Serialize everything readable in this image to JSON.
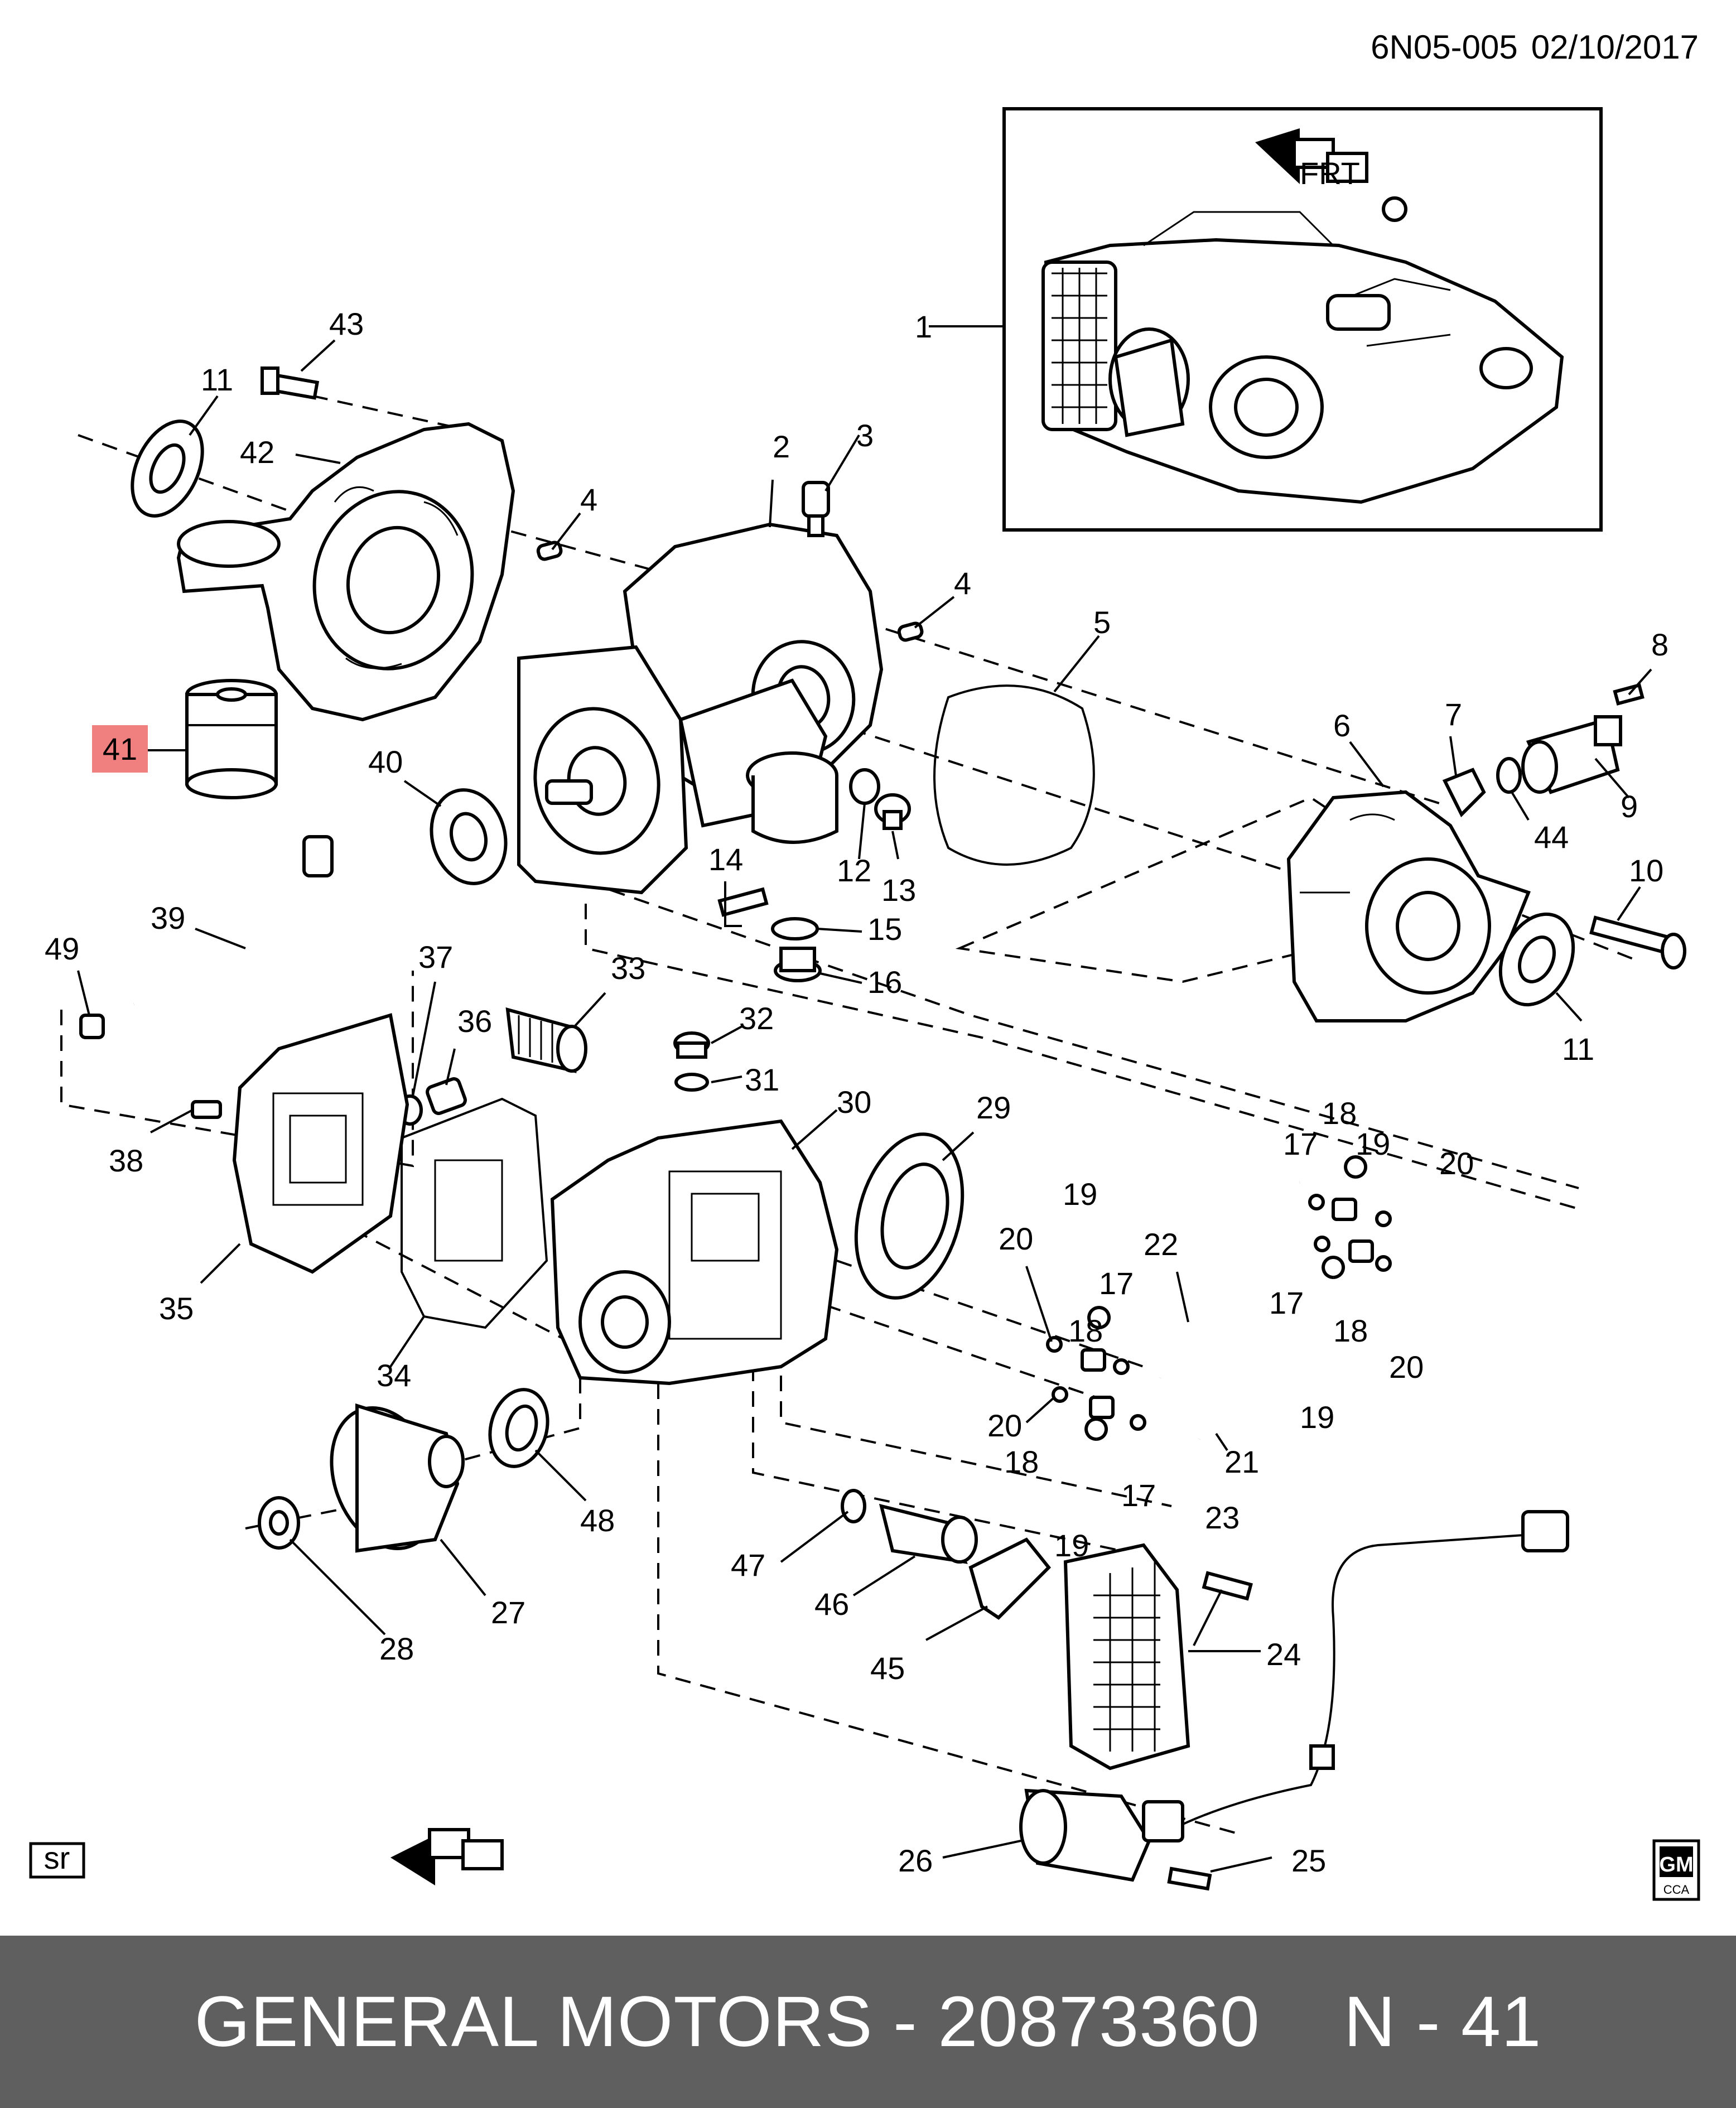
{
  "header": {
    "diagram_code": "6N05-005",
    "date": "02/10/2017"
  },
  "badges": {
    "sr": "sr",
    "gm_logo": "GM",
    "gm_logo_sub": "CCA",
    "front_arrow_text": "FRT"
  },
  "highlight": {
    "label": "41",
    "color": "#f08080"
  },
  "callouts": [
    "1",
    "2",
    "3",
    "4",
    "4",
    "5",
    "6",
    "7",
    "8",
    "9",
    "10",
    "11",
    "11",
    "12",
    "13",
    "14",
    "15",
    "16",
    "17",
    "17",
    "17",
    "17",
    "18",
    "18",
    "18",
    "18",
    "19",
    "19",
    "19",
    "19",
    "20",
    "20",
    "20",
    "20",
    "21",
    "22",
    "23",
    "24",
    "25",
    "26",
    "27",
    "28",
    "29",
    "30",
    "31",
    "32",
    "33",
    "34",
    "35",
    "36",
    "37",
    "38",
    "39",
    "40",
    "42",
    "43",
    "44",
    "45",
    "46",
    "47",
    "48",
    "49"
  ],
  "footer": {
    "brand": "GENERAL MOTORS",
    "separator": " - ",
    "part_number": "20873360",
    "page_ref": "N - 41"
  }
}
